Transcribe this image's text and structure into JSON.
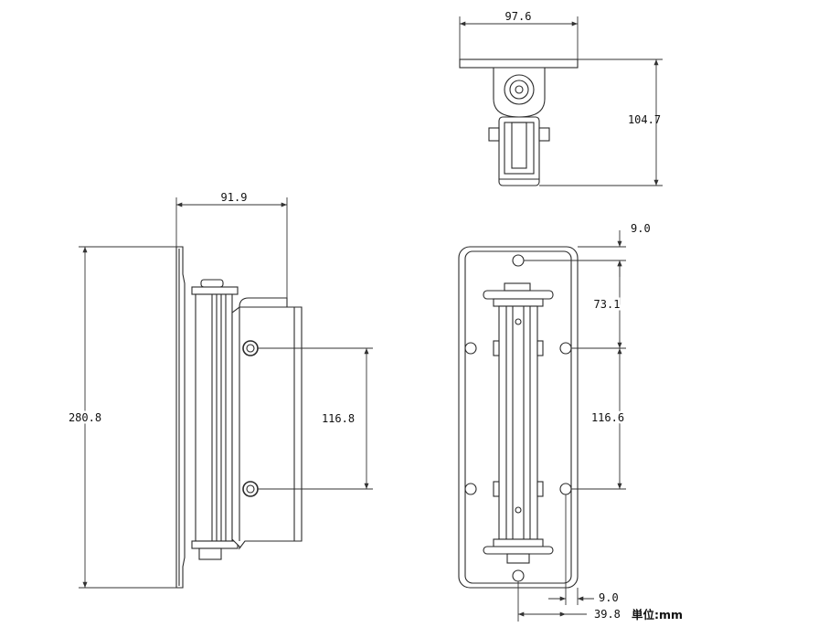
{
  "dimensions": {
    "top_width": "97.6",
    "top_height": "104.7",
    "side_depth": "91.9",
    "side_height": "280.8",
    "side_hole_pitch": "116.8",
    "front_top_offset": "9.0",
    "front_upper_pitch": "73.1",
    "front_lower_pitch": "116.6",
    "front_side_offset": "9.0",
    "front_half_width": "39.8"
  },
  "unit_label": "単位:mm"
}
